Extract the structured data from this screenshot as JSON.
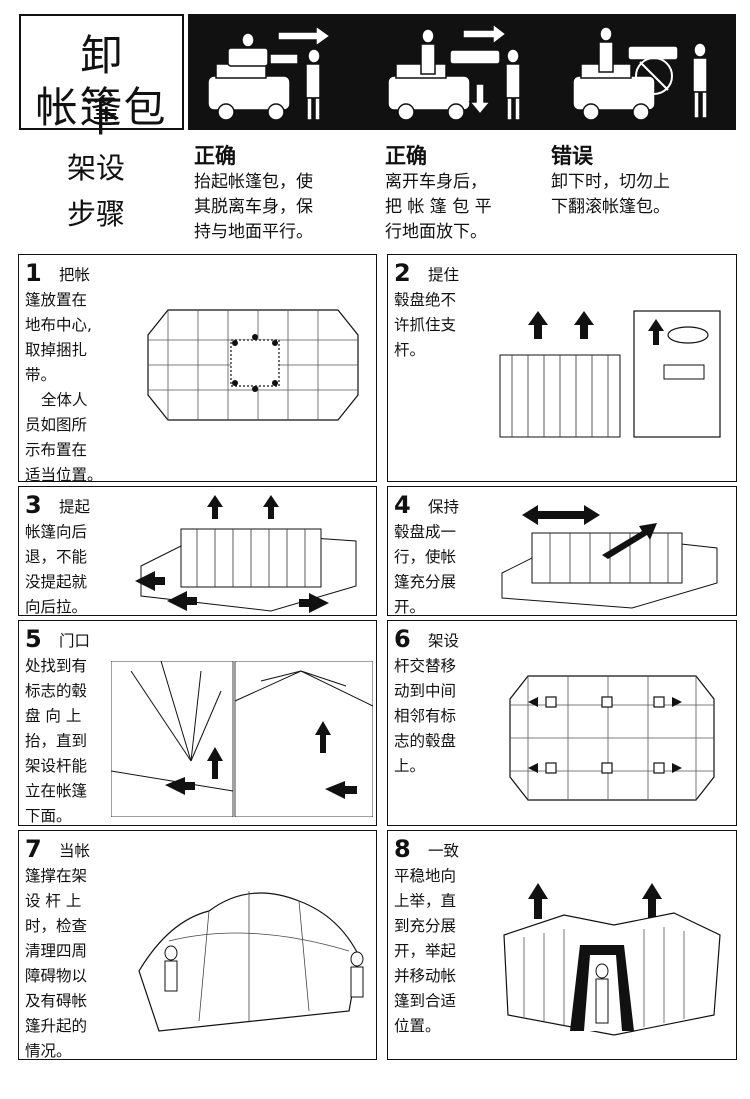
{
  "header": {
    "title_line1": "卸下",
    "title_line2": "帐篷包"
  },
  "subheader": {
    "section_title_line1": "架设",
    "section_title_line2": "步骤",
    "columns": [
      {
        "head": "正确",
        "body": [
          "抬起帐篷包，使",
          "其脱离车身，保",
          "持与地面平行。"
        ]
      },
      {
        "head": "正确",
        "body": [
          "离开车身后，",
          "把 帐 篷 包 平",
          "行地面放下。"
        ]
      },
      {
        "head": "错误",
        "body": [
          "卸下时，切勿上",
          "下翻滚帐篷包。"
        ]
      }
    ]
  },
  "steps": [
    {
      "num": "1",
      "lines": [
        "把帐",
        "篷放置在",
        "地布中心,",
        "取掉捆扎",
        "带。",
        "全体人",
        "员如图所",
        "示布置在",
        "适当位置。"
      ]
    },
    {
      "num": "2",
      "lines": [
        "提住",
        "毂盘绝不",
        "许抓住支",
        "杆。"
      ]
    },
    {
      "num": "3",
      "lines": [
        "提起",
        "帐篷向后",
        "退，不能",
        "没提起就",
        "向后拉。"
      ]
    },
    {
      "num": "4",
      "lines": [
        "保持",
        "毂盘成一",
        "行，使帐",
        "篷充分展",
        "开。"
      ]
    },
    {
      "num": "5",
      "lines": [
        "门口",
        "处找到有",
        "标志的毂",
        "盘 向 上",
        "抬，直到",
        "架设杆能",
        "立在帐篷",
        "下面。"
      ]
    },
    {
      "num": "6",
      "lines": [
        "架设",
        "杆交替移",
        "动到中间",
        "相邻有标",
        "志的毂盘",
        "上。"
      ]
    },
    {
      "num": "7",
      "lines": [
        "当帐",
        "篷撑在架",
        "设 杆 上",
        "时，检查",
        "清理四周",
        "障碍物以",
        "及有碍帐",
        "篷升起的",
        "情况。"
      ]
    },
    {
      "num": "8",
      "lines": [
        "一致",
        "平稳地向",
        "上举，直",
        "到充分展",
        "开，举起",
        "并移动帐",
        "篷到合适",
        "位置。"
      ]
    }
  ]
}
